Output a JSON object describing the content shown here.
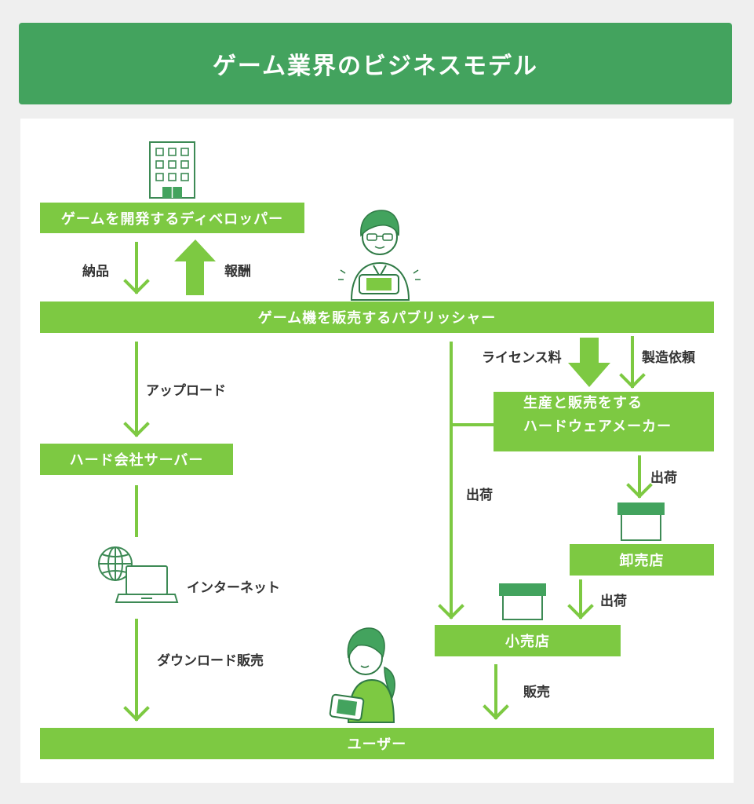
{
  "title": "ゲーム業界のビジネスモデル",
  "nodes": {
    "developer": "ゲームを開発するディベロッパー",
    "publisher": "ゲーム機を販売するパブリッシャー",
    "hard_server": "ハード会社サーバー",
    "hardware_maker_line1": "生産と販売をする",
    "hardware_maker_line2": "ハードウェアメーカー",
    "wholesaler": "卸売店",
    "retailer": "小売店",
    "user": "ユーザー"
  },
  "labels": {
    "delivery": "納品",
    "reward": "報酬",
    "upload": "アップロード",
    "internet": "インターネット",
    "download_sales": "ダウンロード販売",
    "license_fee": "ライセンス料",
    "manufacturing_request": "製造依頼",
    "ship_publisher": "出荷",
    "ship_maker": "出荷",
    "ship_wholesaler": "出荷",
    "sales": "販売"
  },
  "colors": {
    "header": "#43a35e",
    "node": "#7dc942",
    "panel": "#ffffff",
    "background": "#efefef"
  },
  "icons": [
    "office-building-icon",
    "developer-person-icon",
    "globe-icon",
    "laptop-icon",
    "shop-icon",
    "user-person-icon"
  ]
}
